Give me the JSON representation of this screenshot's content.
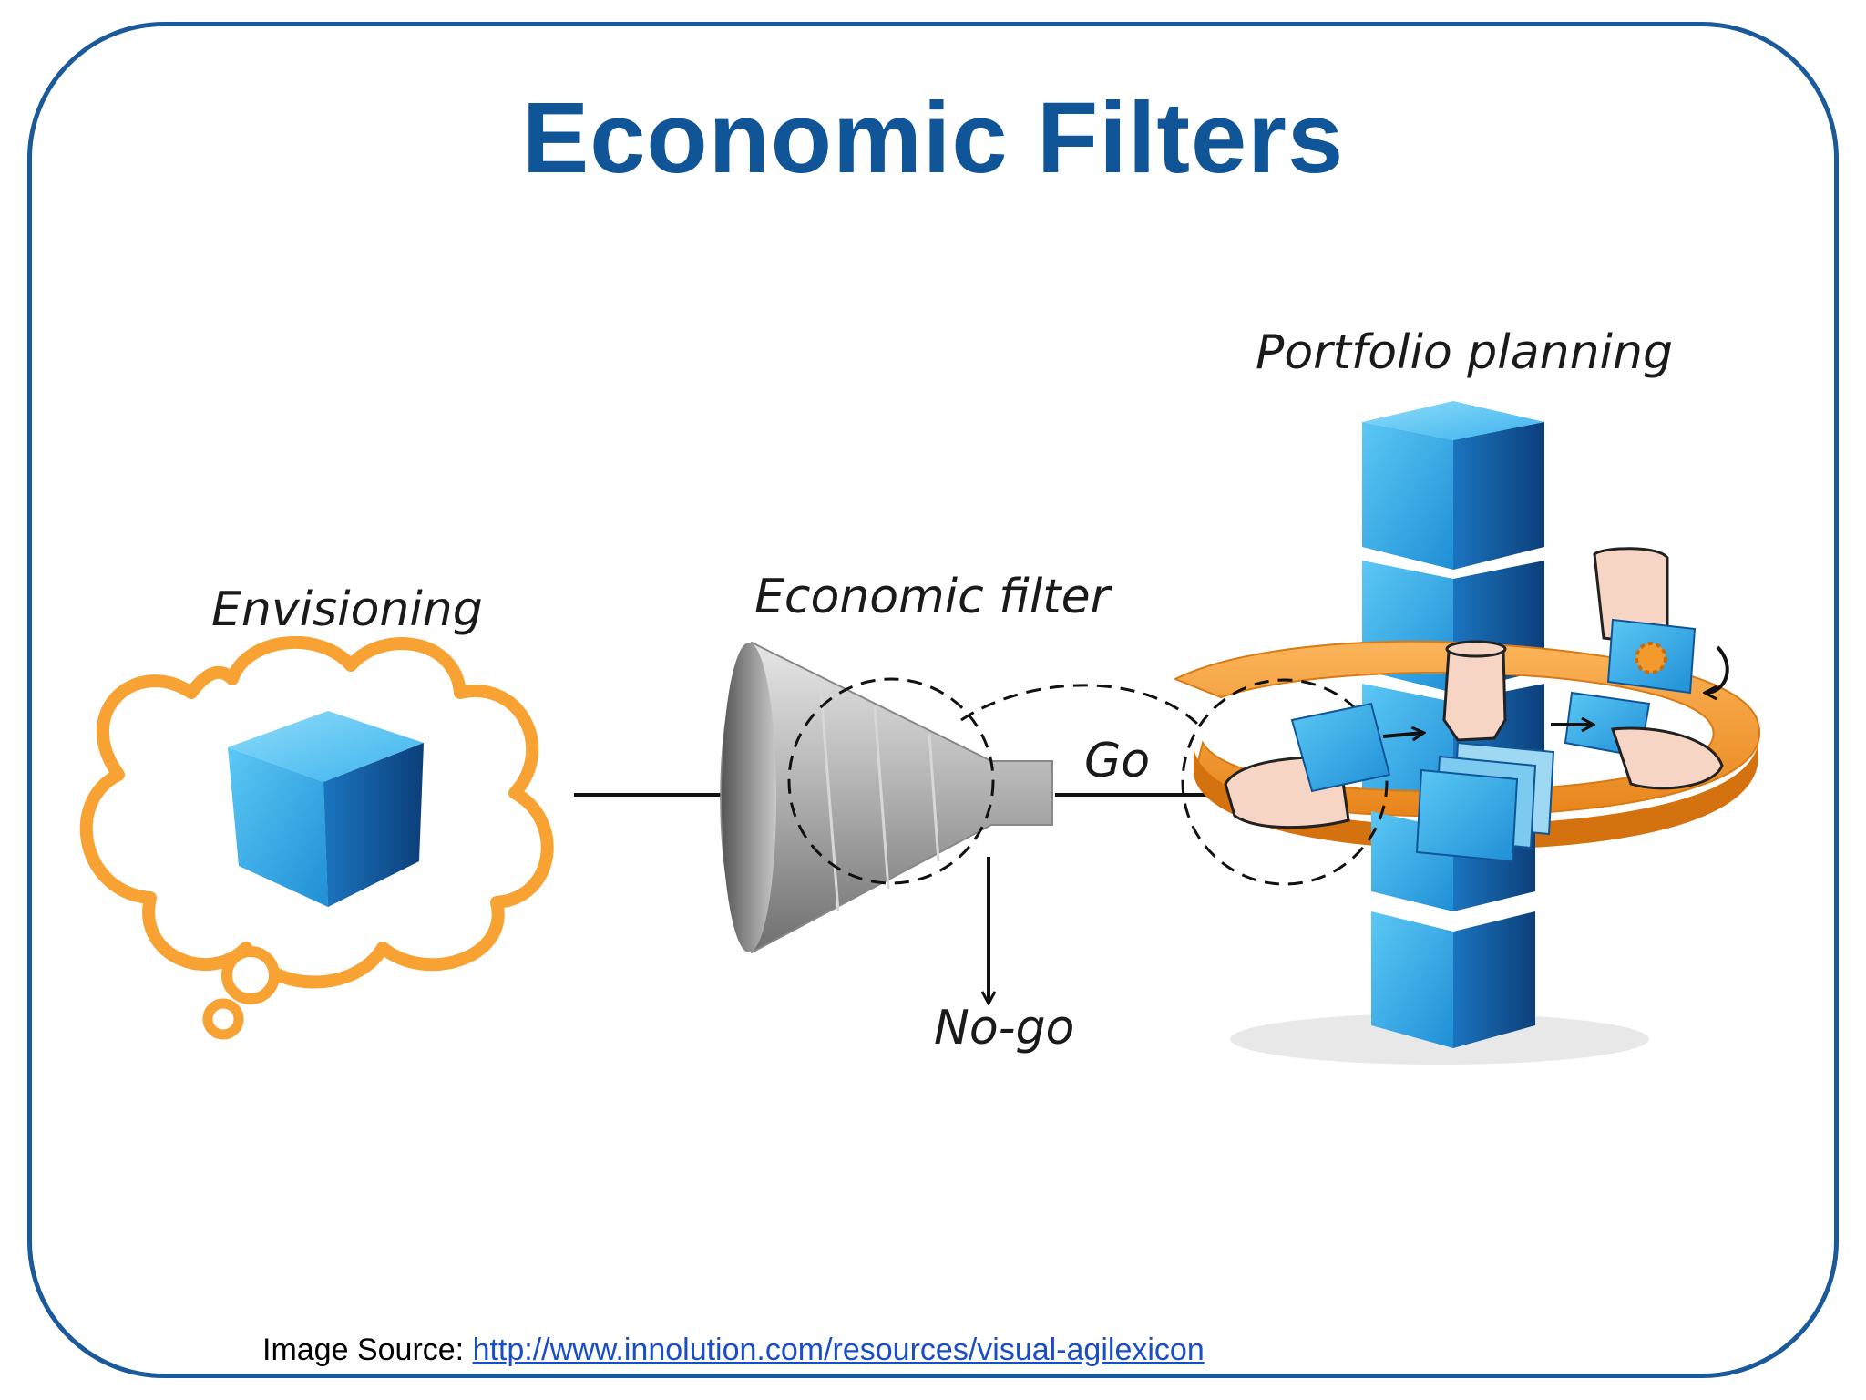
{
  "slide": {
    "title": "Economic Filters"
  },
  "diagram": {
    "labels": {
      "envisioning": "Envisioning",
      "economic_filter": "Economic filter",
      "go": "Go",
      "no_go": "No-go",
      "portfolio_planning": "Portfolio planning"
    },
    "colors": {
      "cube_blue": "#29a6e6",
      "cube_dark": "#0f5597",
      "cloud_orange": "#f7a233",
      "platform_orange": "#f29a2e",
      "funnel_gray": "#b7b7b7"
    }
  },
  "footer": {
    "source_label": "Image Source:",
    "source_link": "http://www.innolution.com/resources/visual-agilexicon"
  }
}
